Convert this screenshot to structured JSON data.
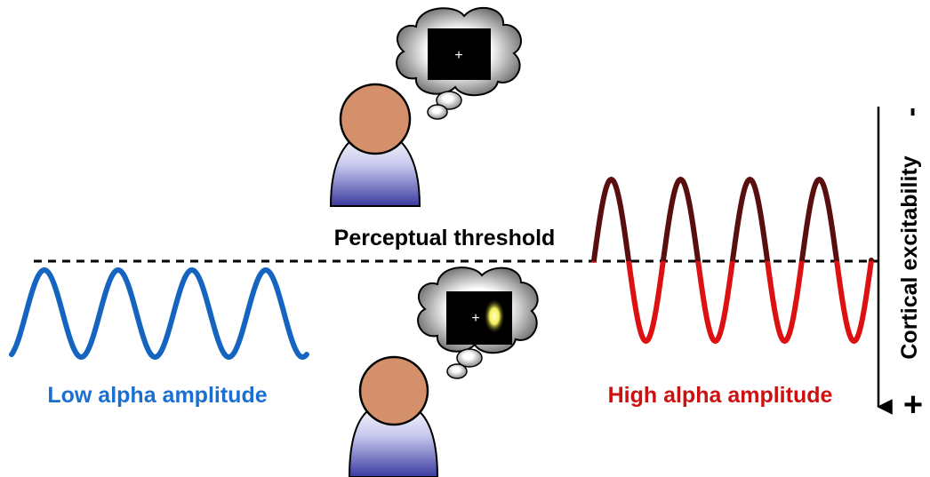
{
  "labels": {
    "threshold": "Perceptual threshold",
    "low": "Low alpha amplitude",
    "high": "High alpha amplitude",
    "axis": "Cortical excitability",
    "axis_minus": "-",
    "axis_plus": "+",
    "fixation": "+"
  },
  "colors": {
    "low_wave": "#1565c0",
    "high_wave_above": "#5a0f0f",
    "high_wave_below": "#dd1111",
    "low_text": "#1a6fd1",
    "high_text": "#cc1111",
    "threshold_line": "#000000",
    "skin": "#d4906a",
    "body_light": "#ffffff",
    "body_dark": "#3a3aa0",
    "thought_bubble_dark": "#666666",
    "screen": "#000000",
    "stimulus": "#ffff77"
  },
  "waves": {
    "low": {
      "cycles": 4,
      "relative_amplitude": "low"
    },
    "high": {
      "cycles": 4,
      "relative_amplitude": "high"
    }
  }
}
